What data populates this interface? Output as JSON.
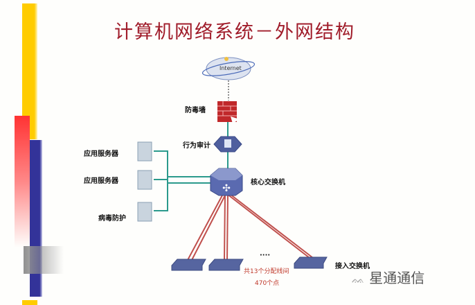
{
  "title": "计算机网络系统－外网结构",
  "nodes": {
    "internet": "Internet",
    "firewall": "防毒墙",
    "audit": "行为审计",
    "core_switch": "核心交换机",
    "servers": [
      "应用服务器",
      "应用服务器",
      "病毒防护"
    ],
    "access_switch": "接入交换机",
    "ellipsis": "····",
    "note_line1": "共13个分配线间",
    "note_line2": "470个点"
  },
  "watermark": "星通通信",
  "colors": {
    "title": "#a01c2a",
    "teal_link": "#2a9a8c",
    "red_link": "#c0504d",
    "device": "#4f5f9e"
  }
}
